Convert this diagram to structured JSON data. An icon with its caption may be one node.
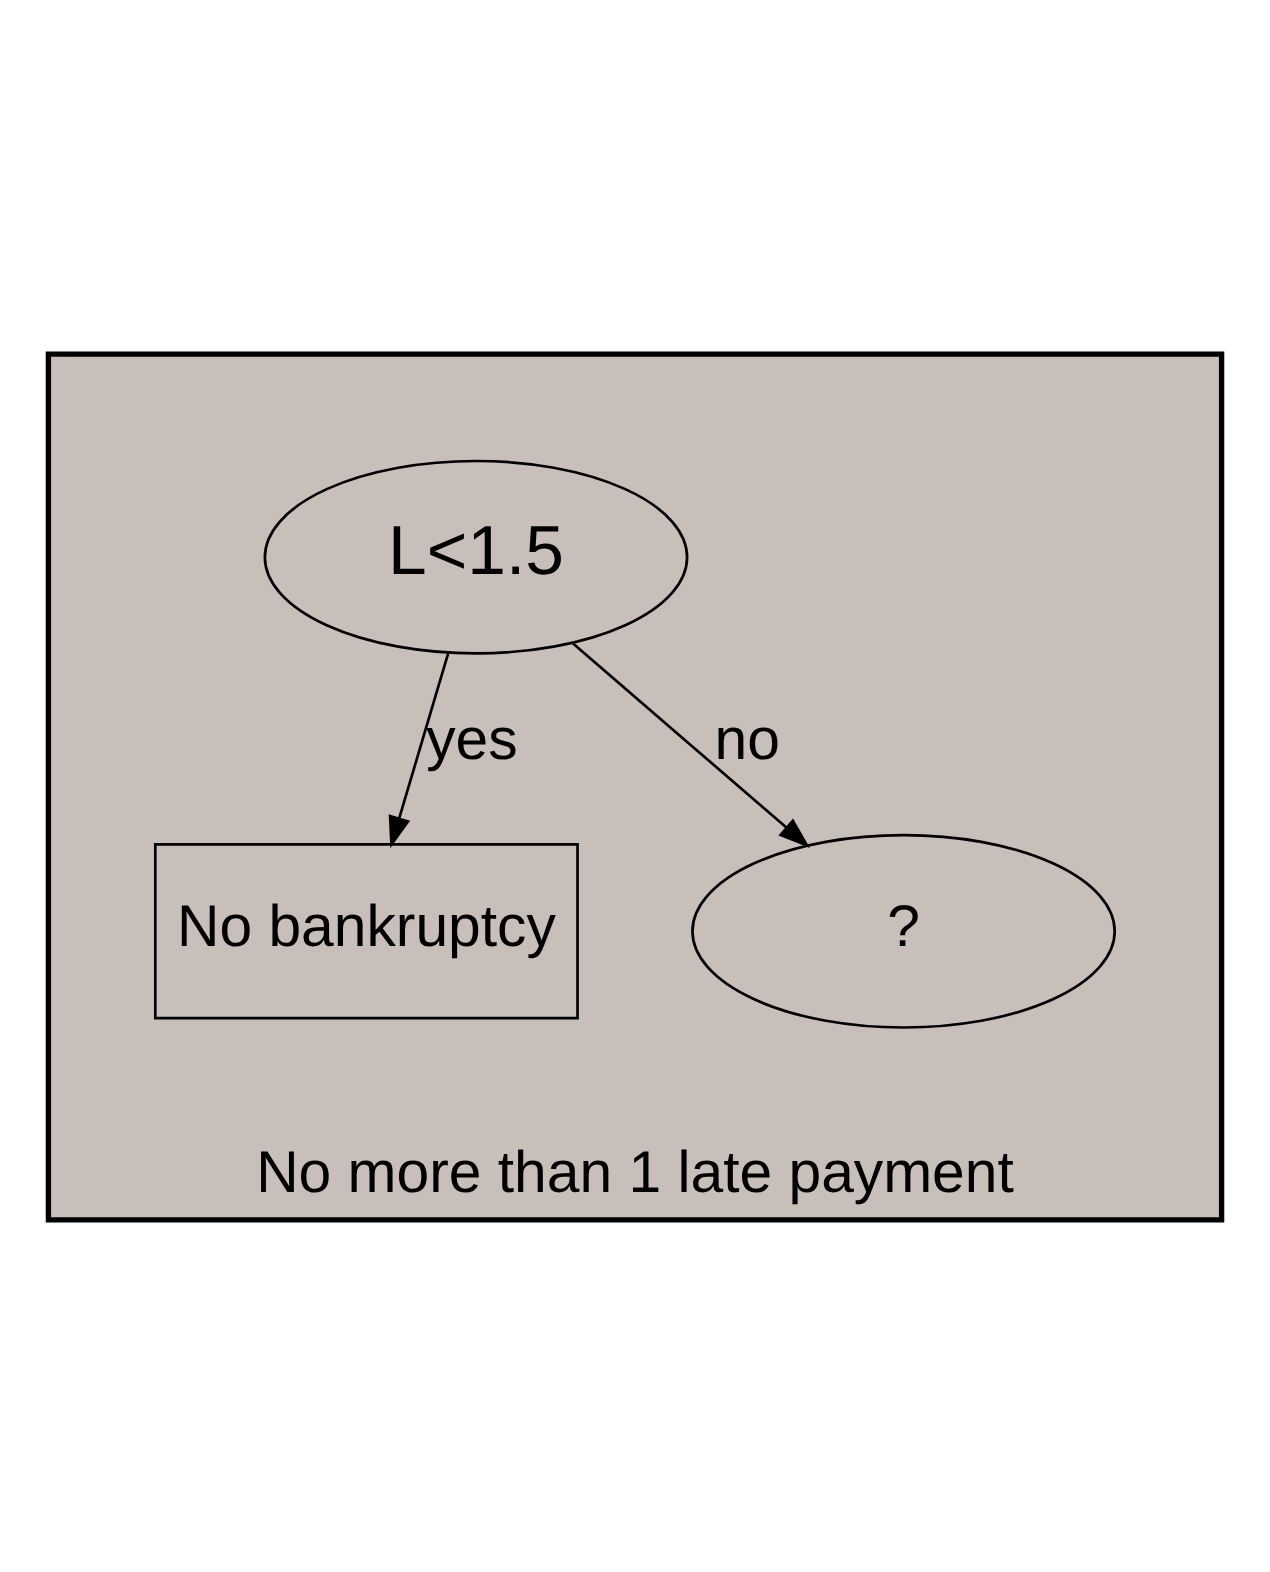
{
  "diagram": {
    "nodes": [
      {
        "text": [
          "No more than 1 late payment"
        ]
      },
      {
        "text": [
          "L<1.5"
        ],
        "in": 0
      },
      {
        "text": [
          "No bankruptcy"
        ],
        "in": 0
      },
      {
        "text": [
          "?"
        ],
        "in": 0
      }
    ],
    "edges": [
      {
        "from": 1,
        "to": 2,
        "arrow": "to",
        "label": "yes"
      },
      {
        "from": 1,
        "to": 3,
        "arrow": "to",
        "label": "no"
      }
    ]
  }
}
